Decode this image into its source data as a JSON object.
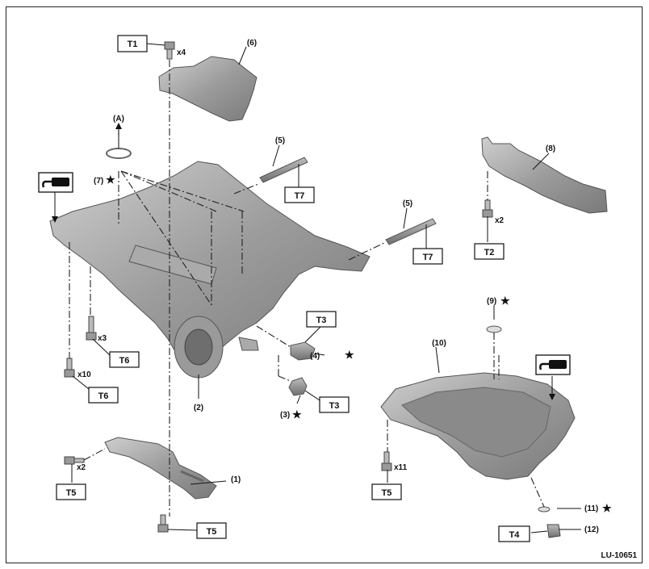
{
  "figure_id": "LU-10651",
  "torque_labels": {
    "t1": "T1",
    "t2": "T2",
    "t3a": "T3",
    "t3b": "T3",
    "t4": "T4",
    "t5a": "T5",
    "t5b": "T5",
    "t5c": "T5",
    "t6a": "T6",
    "t6b": "T6",
    "t7a": "T7",
    "t7b": "T7"
  },
  "quantities": {
    "x4": "x4",
    "x2a": "x2",
    "x3": "x3",
    "x10": "x10",
    "x2b": "x2",
    "x11": "x11"
  },
  "callouts": {
    "a": "(A)",
    "p1": "(1)",
    "p2": "(2)",
    "p3": "(3)",
    "p4": "(4)",
    "p5a": "(5)",
    "p5b": "(5)",
    "p6": "(6)",
    "p7": "(7)",
    "p8": "(8)",
    "p9": "(9)",
    "p10": "(10)",
    "p11": "(11)",
    "p12": "(12)"
  },
  "replace_symbol": "★",
  "icons": [
    "sealant-tube-icon",
    "sealant-tube-icon"
  ]
}
